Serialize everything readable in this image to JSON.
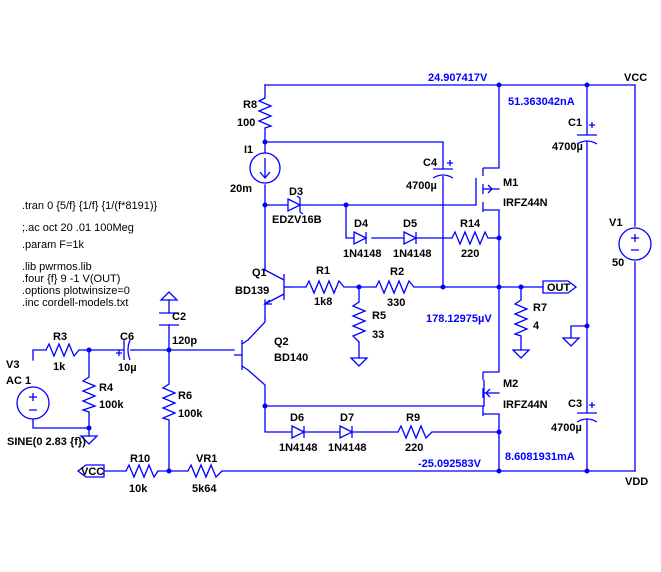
{
  "directives": [
    ".tran 0 {5/f} {1/f} {1/(f*8191)}",
    ";.ac oct 20 .01 100Meg",
    ".param F=1k",
    ".lib pwrmos.lib",
    ".four {f} 9 -1 V(OUT)",
    ".options plotwinsize=0",
    ".inc cordell-models.txt"
  ],
  "node_labels": {
    "vcc_top": "24.907417V",
    "i_m1": "51.363042nA",
    "out_voltage": "178.12975µV",
    "vdd_bottom": "-25.092583V",
    "i_m2": "8.6081931mA"
  },
  "nets": {
    "vcc_right": "VCC",
    "vdd_right": "VDD",
    "out_flag": "OUT",
    "vcc_flag": "VCC"
  },
  "components": {
    "R8": {
      "name": "R8",
      "value": "100"
    },
    "I1": {
      "name": "I1",
      "value": "20m"
    },
    "D3": {
      "name": "D3",
      "value": "EDZV16B"
    },
    "C4": {
      "name": "C4",
      "value": "4700µ"
    },
    "M1": {
      "name": "M1",
      "value": "IRFZ44N"
    },
    "D4": {
      "name": "D4",
      "value": "1N4148"
    },
    "D5": {
      "name": "D5",
      "value": "1N4148"
    },
    "R14": {
      "name": "R14",
      "value": "220"
    },
    "Q1": {
      "name": "Q1",
      "value": "BD139"
    },
    "R1": {
      "name": "R1",
      "value": "1k8"
    },
    "R2": {
      "name": "R2",
      "value": "330"
    },
    "R5": {
      "name": "R5",
      "value": "33"
    },
    "R7": {
      "name": "R7",
      "value": "4"
    },
    "C2": {
      "name": "C2",
      "value": "120p"
    },
    "Q2": {
      "name": "Q2",
      "value": "BD140"
    },
    "R3": {
      "name": "R3",
      "value": "1k"
    },
    "C6": {
      "name": "C6",
      "value": "10µ"
    },
    "V3": {
      "name": "V3",
      "value": "AC 1",
      "value2": "SINE(0 2.83 {f})"
    },
    "R4": {
      "name": "R4",
      "value": "100k"
    },
    "R6": {
      "name": "R6",
      "value": "100k"
    },
    "M2": {
      "name": "M2",
      "value": "IRFZ44N"
    },
    "D6": {
      "name": "D6",
      "value": "1N4148"
    },
    "D7": {
      "name": "D7",
      "value": "1N4148"
    },
    "R9": {
      "name": "R9",
      "value": "220"
    },
    "R10": {
      "name": "R10",
      "value": "10k"
    },
    "VR1": {
      "name": "VR1",
      "value": "5k64"
    },
    "C1": {
      "name": "C1",
      "value": "4700µ"
    },
    "C3": {
      "name": "C3",
      "value": "4700µ"
    },
    "V1": {
      "name": "V1",
      "value": "50"
    }
  },
  "colors": {
    "wire": "#0000ff",
    "text": "#000000",
    "background": "#ffffff"
  }
}
